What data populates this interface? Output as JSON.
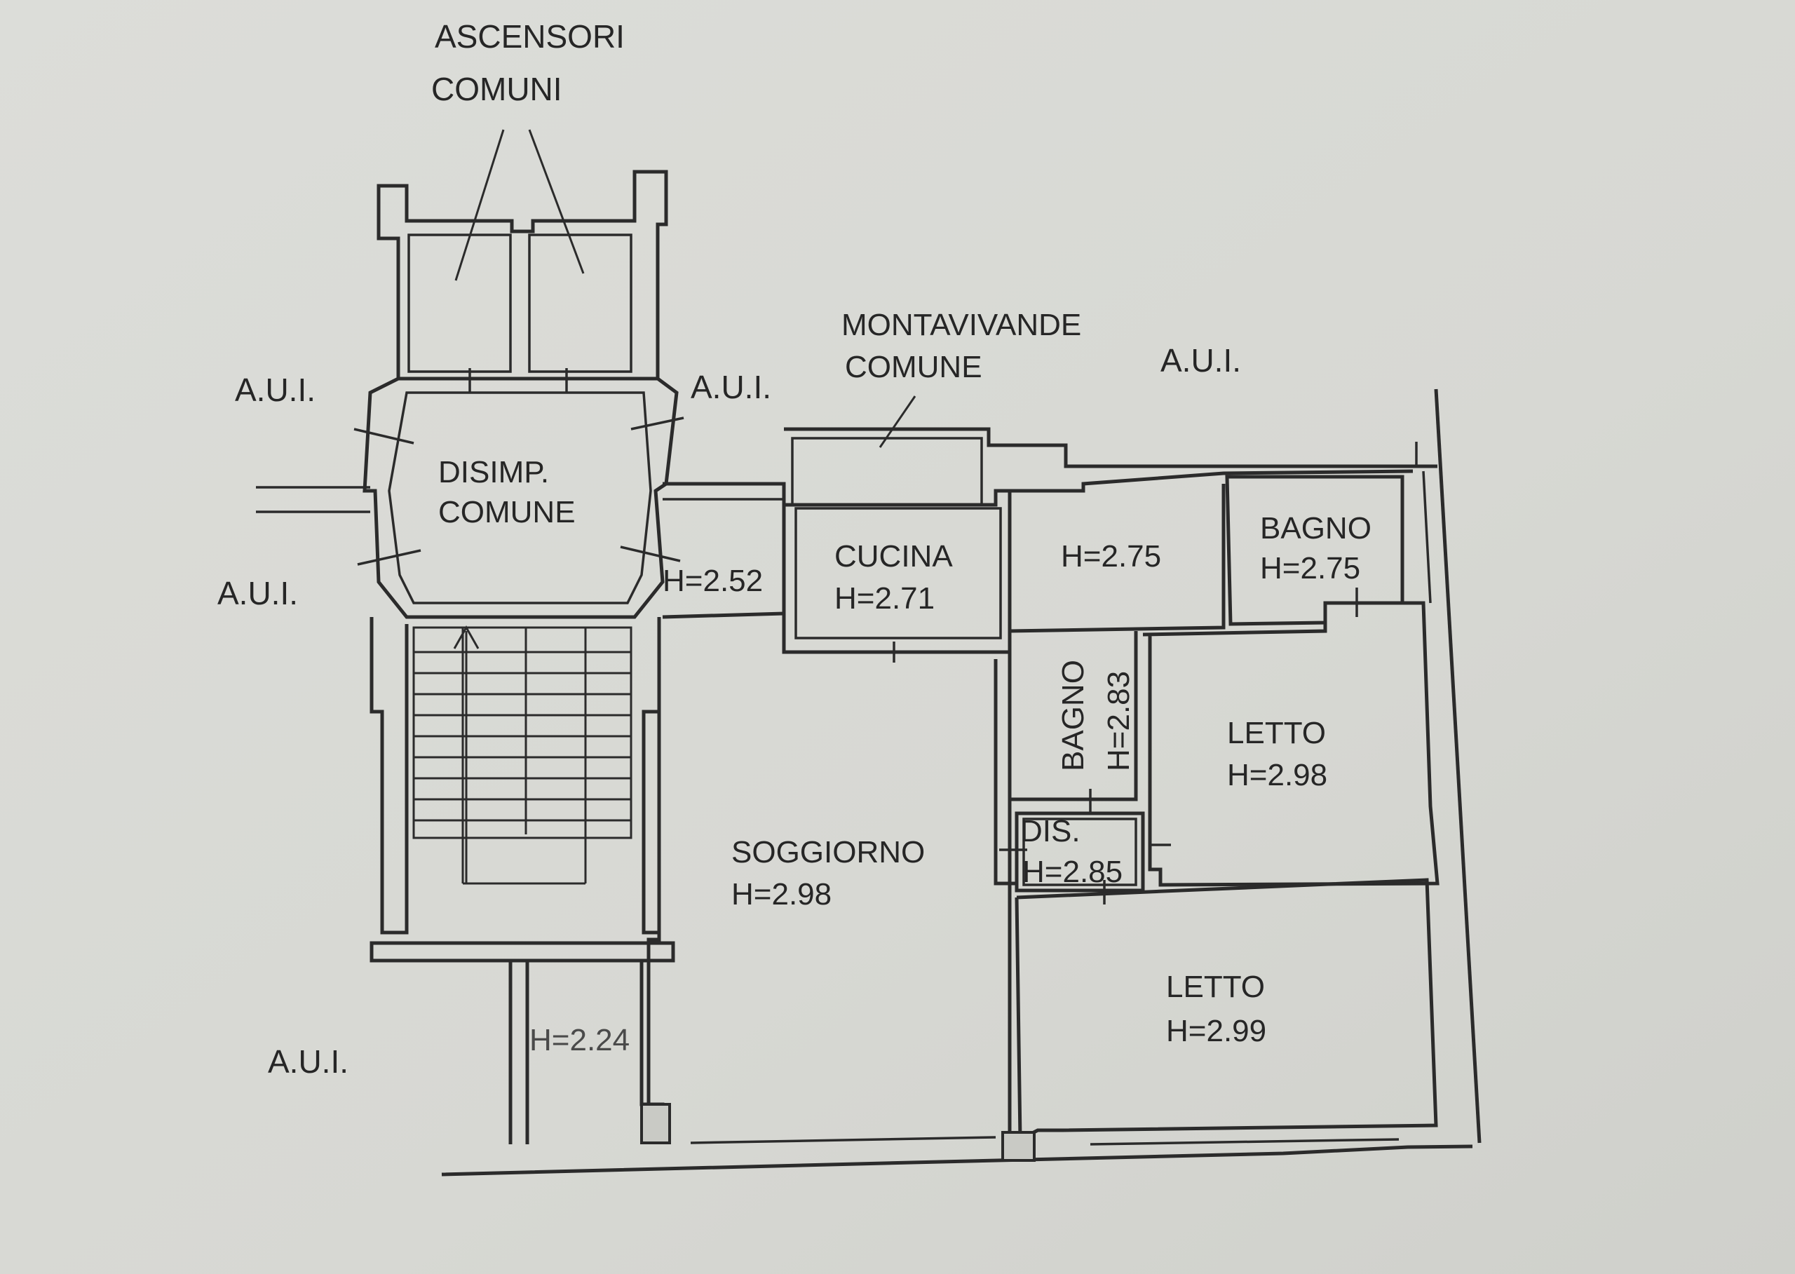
{
  "plan": {
    "labels": {
      "ascensori_1": "ASCENSORI",
      "ascensori_2": "COMUNI",
      "aui_top_left": "A.U.I.",
      "aui_top_mid": "A.U.I.",
      "aui_top_right": "A.U.I.",
      "aui_mid_left": "A.U.I.",
      "aui_bottom_left": "A.U.I.",
      "montavivande_1": "MONTAVIVANDE",
      "montavivande_2": "COMUNE",
      "disimp_1": "DISIMP.",
      "disimp_2": "COMUNE"
    },
    "rooms": {
      "corridor_h": "H=2.52",
      "cucina_name": "CUCINA",
      "cucina_h": "H=2.71",
      "room_h275": "H=2.75",
      "bagno1_name": "BAGNO",
      "bagno1_h": "H=2.75",
      "bagno2_name": "BAGNO",
      "bagno2_h": "H=2.83",
      "letto1_name": "LETTO",
      "letto1_h": "H=2.98",
      "dis_name": "DIS.",
      "dis_h": "H=2.85",
      "soggiorno_name": "SOGGIORNO",
      "soggiorno_h": "H=2.98",
      "letto2_name": "LETTO",
      "letto2_h": "H=2.99",
      "small_h": "H=2.24"
    }
  }
}
